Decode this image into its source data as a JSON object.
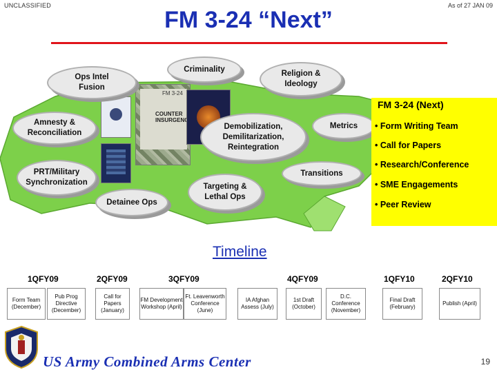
{
  "header": {
    "classification": "UNCLASSIFIED",
    "as_of": "As of 27 JAN 09",
    "title": "FM 3-24 “Next”"
  },
  "clouds": {
    "criminality": "Criminality",
    "ops_intel_fusion": "Ops Intel Fusion",
    "religion_ideology": "Religion & Ideology",
    "amnesty": "Amnesty & Reconciliation",
    "ddr": "Demobilization, Demilitarization, Reintegration",
    "metrics": "Metrics",
    "prt": "PRT/Military Synchronization",
    "transitions": "Transitions",
    "targeting": "Targeting & Lethal Ops",
    "detainee": "Detainee Ops"
  },
  "books": {
    "fm_label": "FM 3-24",
    "coin_title": "COUNTER INSURGENCY"
  },
  "panel": {
    "title": "FM 3-24 (Next)",
    "items": [
      "• Form Writing Team",
      "• Call for Papers",
      "• Research/Conference",
      "• SME Engagements",
      "• Peer Review"
    ]
  },
  "timeline": {
    "title": "Timeline",
    "quarters": [
      "1QFY09",
      "2QFY09",
      "3QFY09",
      "4QFY09",
      "1QFY10",
      "2QFY10"
    ],
    "boxes": [
      "Form Team (December)",
      "Pub Prog Directive (December)",
      "Call for Papers (January)",
      "FM Development Workshop (April)",
      "Ft. Leavenworth Conference (June)",
      "IA Afghan Assess (July)",
      "1st Draft (October)",
      "D.C. Conference (November)",
      "Final Draft (February)",
      "Publish (April)"
    ]
  },
  "footer": {
    "org": "US Army Combined Arms Center",
    "page": "19"
  },
  "colors": {
    "title_blue": "#1a2fb3",
    "rule_red": "#e0141a",
    "panel_yellow": "#ffff00",
    "map_green": "#7dd04a"
  }
}
